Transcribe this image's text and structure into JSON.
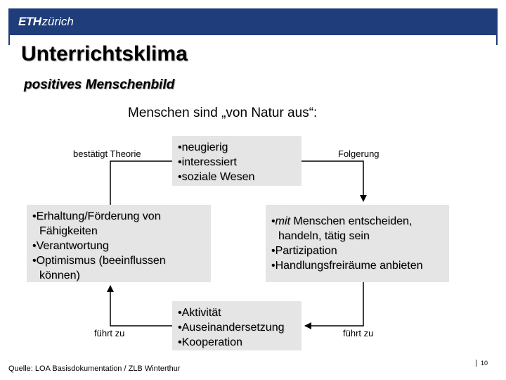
{
  "header": {
    "logo_eth": "ETH",
    "logo_zurich": "zürich",
    "bar_color": "#1f3d7a"
  },
  "slide": {
    "title": "Unterrichtsklima",
    "subtitle": "positives Menschenbild",
    "intro": "Menschen sind „von Natur aus“:"
  },
  "diagram": {
    "box_color": "#e5e5e5",
    "top_box": [
      "•neugierig",
      "•interessiert",
      "•soziale Wesen"
    ],
    "right_box": {
      "line1_italic": "mit",
      "line1_rest": " Menschen entscheiden,",
      "line2": "handeln, tätig sein",
      "line3": "•Partizipation",
      "line4": "•Handlungsfreiräume anbieten"
    },
    "bottom_box": [
      "•Aktivität",
      "•Auseinandersetzung",
      "•Kooperation"
    ],
    "left_box": {
      "line1": "•Erhaltung/Förderung von",
      "line2": "Fähigkeiten",
      "line3": "•Verantwortung",
      "line4": "•Optimismus (beeinflussen",
      "line5": "können)"
    },
    "labels": {
      "top_left": "bestätigt Theorie",
      "top_right": "Folgerung",
      "bottom_left": "führt zu",
      "bottom_right": "führt zu"
    }
  },
  "footer": {
    "source": "Quelle: LOA Basisdokumentation / ZLB Winterthur",
    "page": "10"
  }
}
